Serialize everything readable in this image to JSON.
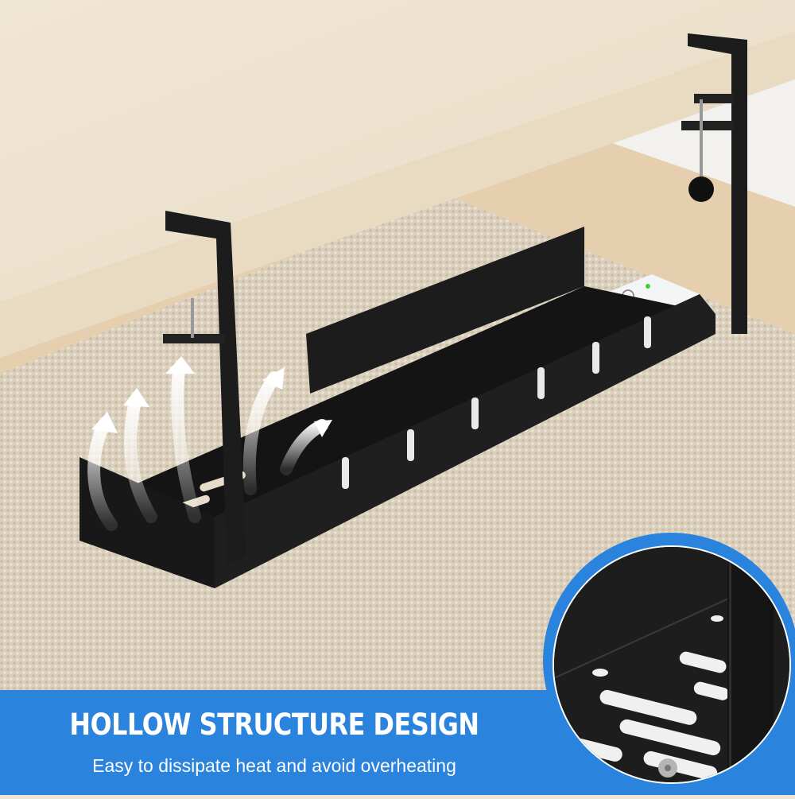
{
  "banner": {
    "title": "HOLLOW STRUCTURE DESIGN",
    "subtitle": "Easy to dissipate heat and avoid overheating",
    "color": "#2a83dc"
  },
  "product": {
    "subject": "under-desk cable management tray with power strip",
    "features": [
      "hollow slotted bottom",
      "desk clamps with screw knobs",
      "cable slots",
      "airflow arrows"
    ]
  },
  "inset": {
    "subject": "close-up of slotted tray bottom"
  },
  "colors": {
    "desk": "#efe4d2",
    "carpet": "#d9cdb9",
    "floor": "#e6cfae",
    "metal": "#1c1c1c",
    "power_strip": "#f4f5f6",
    "accent_blue": "#2a83dc"
  }
}
